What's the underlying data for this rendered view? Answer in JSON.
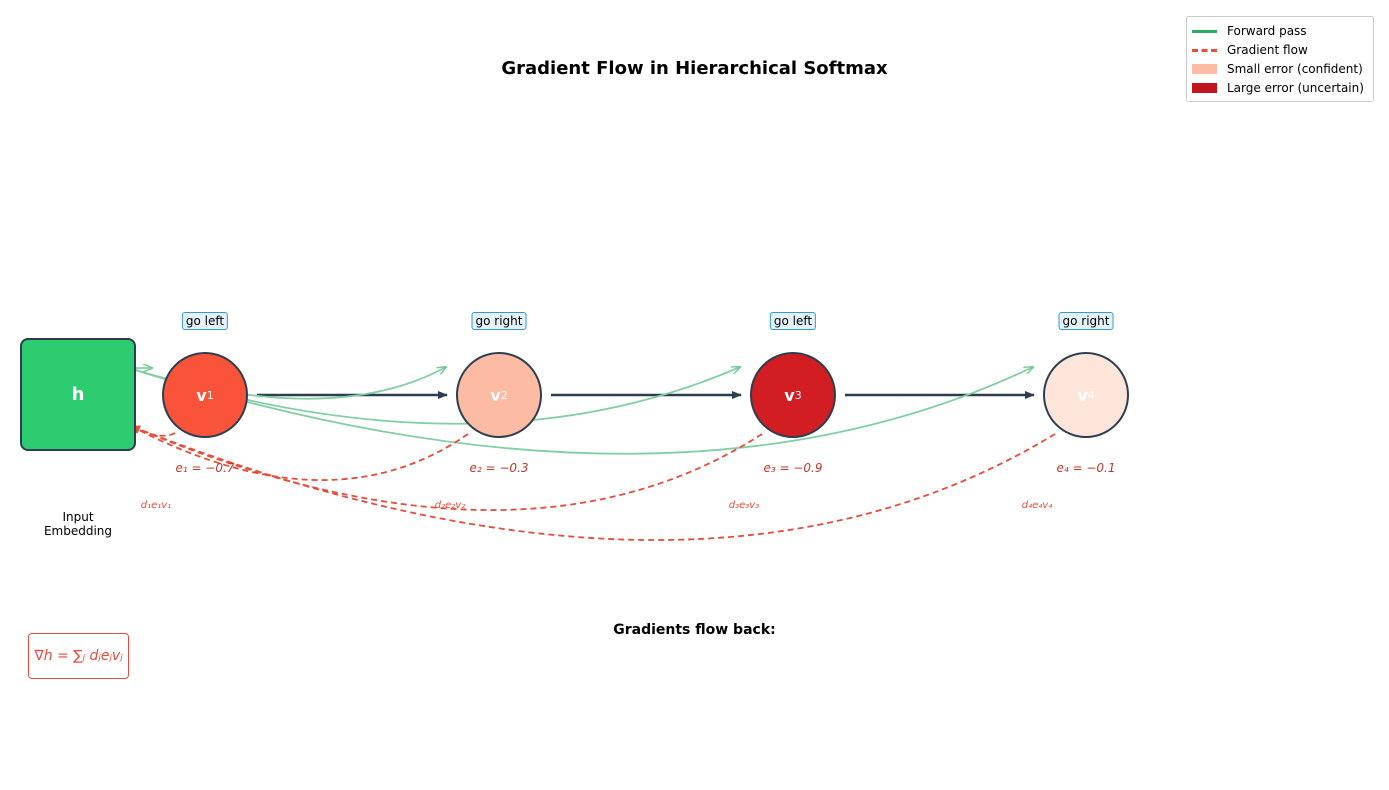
{
  "title": "Gradient Flow in Hierarchical Softmax",
  "input": {
    "symbol": "h",
    "caption_line1": "Input",
    "caption_line2": "Embedding"
  },
  "nodes": [
    {
      "symbol": "v",
      "index": "1",
      "direction": "go left",
      "error": "e₁ = −0.7",
      "gradient": "d₁e₁v₁",
      "fill": "#f9533a",
      "text_color": "#ffffff"
    },
    {
      "symbol": "v",
      "index": "2",
      "direction": "go right",
      "error": "e₂ = −0.3",
      "gradient": "d₂e₂v₂",
      "fill": "#fcbba2",
      "text_color": "#ffffff"
    },
    {
      "symbol": "v",
      "index": "3",
      "direction": "go left",
      "error": "e₃ = −0.9",
      "gradient": "d₃e₃v₃",
      "fill": "#d21e23",
      "text_color": "#ffffff"
    },
    {
      "symbol": "v",
      "index": "4",
      "direction": "go right",
      "error": "e₄ = −0.1",
      "gradient": "d₄e₄v₄",
      "fill": "#fde5da",
      "text_color": "#ffffff"
    }
  ],
  "gradient_caption": "Gradients flow back:",
  "formula": "∇h = ∑ⱼ dⱼeⱼvⱼ",
  "legend": [
    {
      "label": "Forward pass",
      "kind": "line",
      "color": "#27ae60"
    },
    {
      "label": "Gradient flow",
      "kind": "dashed",
      "color": "#e74c3c"
    },
    {
      "label": "Small error (confident)",
      "kind": "patch",
      "color": "#fcbba2"
    },
    {
      "label": "Large error (uncertain)",
      "kind": "patch",
      "color": "#c0171e"
    }
  ],
  "colors": {
    "forward": "#82cfa3",
    "gradient": "#e74c3c",
    "chain": "#2c3e50",
    "input_fill": "#2ecc71"
  }
}
